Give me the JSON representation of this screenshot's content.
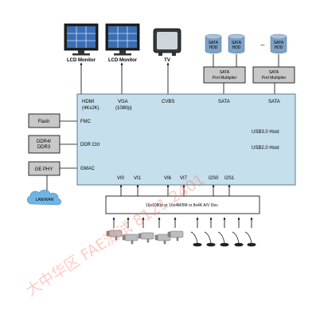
{
  "monitors": [
    {
      "label": "LCD Monitor"
    },
    {
      "label": "LCD Monitor"
    },
    {
      "label": "TV"
    }
  ],
  "sata_hdd": [
    "SATA\nHDD",
    "SATA\nHDD",
    "SATA\nHDD"
  ],
  "hdd_ellipsis": "...",
  "port_multiplier": [
    "SATA\nPort Multiplier",
    "SATA\nPort Multiplier"
  ],
  "soc": {
    "top_ports": [
      {
        "label": "HDMI",
        "sub": "(4Kx2K)"
      },
      {
        "label": "VGA",
        "sub": "(1080p)"
      },
      {
        "label": "CVBS",
        "sub": ""
      },
      {
        "label": "SATA",
        "sub": ""
      },
      {
        "label": "SATA",
        "sub": ""
      }
    ],
    "left_ports": [
      "FMC",
      "DDR Ctrl",
      "GMAC"
    ],
    "right_ports": [
      "USB3.0 Host",
      "USB2.0 Host"
    ],
    "bottom_ports": [
      "VI0",
      "VI1",
      "VI6",
      "VI7",
      "I2S0",
      "I2S1"
    ]
  },
  "peripherals": [
    "Flash",
    "DDR4/\nDDR3",
    "GE PHY"
  ],
  "network": "LAN/WAN",
  "decoder": "16x1080p or 16x4M/5M or 8x4K A/V Dec.",
  "watermark": "大中华区 FAE测试       8121 2401",
  "colors": {
    "soc_fill": "#c6dfec",
    "box_fill": "#c8c8c8",
    "hdd_fill": "#7fa2c4",
    "cloud_fill": "#6fb4e4",
    "screen_fill": "#3a6fb4",
    "watermark": "#ff6a5c"
  }
}
